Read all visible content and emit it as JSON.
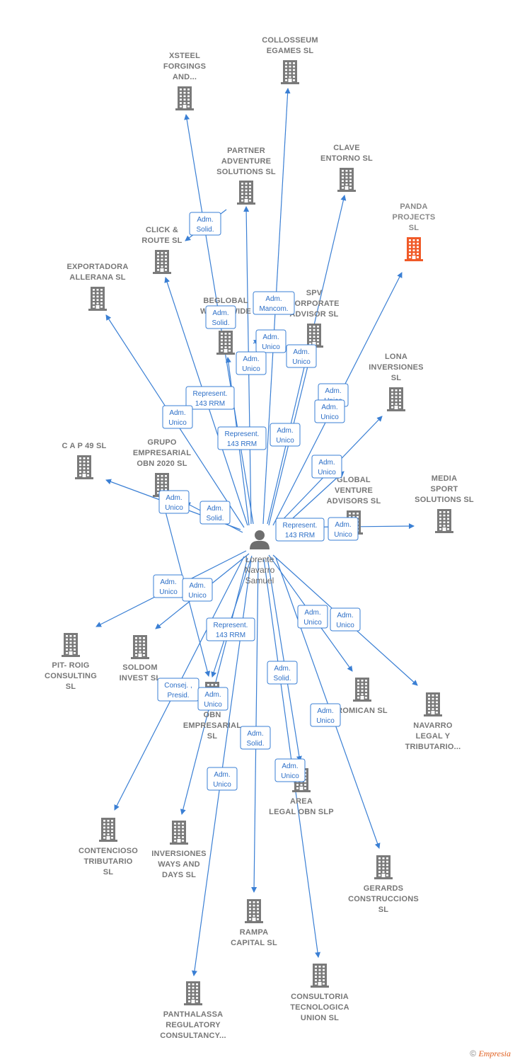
{
  "colors": {
    "edge": "#3a7fd4",
    "building": "#7a7a7a",
    "highlight": "#f05a28",
    "label": "#777777"
  },
  "center": {
    "name_lines": [
      "Lorente",
      "Navarro",
      "Samuel"
    ],
    "icon": "person-icon"
  },
  "companies": [
    {
      "id": "collosseum",
      "lines": [
        "COLLOSSEUM",
        "EGAMES  SL"
      ]
    },
    {
      "id": "xsteel",
      "lines": [
        "XSTEEL",
        "FORGINGS",
        "AND..."
      ]
    },
    {
      "id": "partner",
      "lines": [
        "PARTNER",
        "ADVENTURE",
        "SOLUTIONS  SL"
      ]
    },
    {
      "id": "clave",
      "lines": [
        "CLAVE",
        "ENTORNO  SL"
      ]
    },
    {
      "id": "panda",
      "lines": [
        "PANDA",
        "PROJECTS",
        "SL"
      ],
      "highlight": true
    },
    {
      "id": "click",
      "lines": [
        "CLICK &",
        "ROUTE  SL"
      ]
    },
    {
      "id": "exportadora",
      "lines": [
        "EXPORTADORA",
        "ALLERANA  SL"
      ]
    },
    {
      "id": "beglobal",
      "lines": [
        "BEGLOBAL",
        "WORLDWIDE"
      ]
    },
    {
      "id": "spv",
      "lines": [
        "SPV",
        "CORPORATE",
        "ADVISOR  SL"
      ]
    },
    {
      "id": "lona",
      "lines": [
        "LONA",
        "INVERSIONES",
        "SL"
      ]
    },
    {
      "id": "cap49",
      "lines": [
        "C A P 49  SL"
      ]
    },
    {
      "id": "grupo",
      "lines": [
        "GRUPO",
        "EMPRESARIAL",
        "OBN 2020  SL"
      ]
    },
    {
      "id": "global",
      "lines": [
        "GLOBAL",
        "VENTURE",
        "ADVISORS  SL"
      ]
    },
    {
      "id": "media",
      "lines": [
        "MEDIA",
        "SPORT",
        "SOLUTIONS  SL"
      ]
    },
    {
      "id": "pitroig",
      "lines": [
        "PIT- ROIG",
        "CONSULTING",
        "SL"
      ]
    },
    {
      "id": "soldom",
      "lines": [
        "SOLDOM",
        "INVEST  SL"
      ]
    },
    {
      "id": "obn",
      "lines": [
        "OBN",
        "EMPRESARIAL",
        "SL"
      ]
    },
    {
      "id": "romican",
      "lines": [
        "ROMICAN  SL"
      ]
    },
    {
      "id": "navarro",
      "lines": [
        "NAVARRO",
        "LEGAL Y",
        "TRIBUTARIO..."
      ]
    },
    {
      "id": "area",
      "lines": [
        "AREA",
        "LEGAL OBN  SLP"
      ]
    },
    {
      "id": "contencioso",
      "lines": [
        "CONTENCIOSO",
        "TRIBUTARIO",
        "SL"
      ]
    },
    {
      "id": "inversiones",
      "lines": [
        "INVERSIONES",
        "WAYS AND",
        "DAYS  SL"
      ]
    },
    {
      "id": "gerards",
      "lines": [
        "GERARDS",
        "CONSTRUCCIONS",
        "SL"
      ]
    },
    {
      "id": "rampa",
      "lines": [
        "RAMPA",
        "CAPITAL  SL"
      ]
    },
    {
      "id": "panthalassa",
      "lines": [
        "PANTHALASSA",
        "REGULATORY",
        "CONSULTANCY..."
      ]
    },
    {
      "id": "consultoria",
      "lines": [
        "CONSULTORIA",
        "TECNOLOGICA",
        "UNION  SL"
      ]
    }
  ],
  "roles": [
    {
      "lines": [
        "Adm.",
        "Solid."
      ]
    },
    {
      "lines": [
        "Adm.",
        "Mancom."
      ]
    },
    {
      "lines": [
        "Adm.",
        "Solid."
      ]
    },
    {
      "lines": [
        "Adm.",
        "Unico"
      ]
    },
    {
      "lines": [
        "Adm.",
        "Unico"
      ]
    },
    {
      "lines": [
        "Adm.",
        "Unico"
      ]
    },
    {
      "lines": [
        "Adm.",
        "Unico"
      ]
    },
    {
      "lines": [
        "Represent.",
        "143 RRM"
      ]
    },
    {
      "lines": [
        "Adm.",
        "Unico"
      ]
    },
    {
      "lines": [
        "Adm.",
        "Unico"
      ]
    },
    {
      "lines": [
        "Represent.",
        "143 RRM"
      ]
    },
    {
      "lines": [
        "Adm.",
        "Unico"
      ]
    },
    {
      "lines": [
        "Adm.",
        "Unico"
      ]
    },
    {
      "lines": [
        "Adm.",
        "Unico"
      ]
    },
    {
      "lines": [
        "Adm.",
        "Solid."
      ]
    },
    {
      "lines": [
        "Represent.",
        "143 RRM"
      ]
    },
    {
      "lines": [
        "Adm.",
        "Unico"
      ]
    },
    {
      "lines": [
        "Adm.",
        "Unico"
      ]
    },
    {
      "lines": [
        "Adm.",
        "Unico"
      ]
    },
    {
      "lines": [
        "Adm.",
        "Unico"
      ]
    },
    {
      "lines": [
        "Adm.",
        "Unico"
      ]
    },
    {
      "lines": [
        "Represent.",
        "143 RRM"
      ]
    },
    {
      "lines": [
        "Consej. ,",
        "Presid."
      ]
    },
    {
      "lines": [
        "Adm.",
        "Unico"
      ]
    },
    {
      "lines": [
        "Adm.",
        "Solid."
      ]
    },
    {
      "lines": [
        "Adm.",
        "Unico"
      ]
    },
    {
      "lines": [
        "Adm.",
        "Unico"
      ]
    },
    {
      "lines": [
        "Adm.",
        "Unico"
      ]
    },
    {
      "lines": [
        "Adm.",
        "Solid."
      ]
    }
  ],
  "footer": {
    "copyright": "©",
    "brand": "Empresia"
  }
}
